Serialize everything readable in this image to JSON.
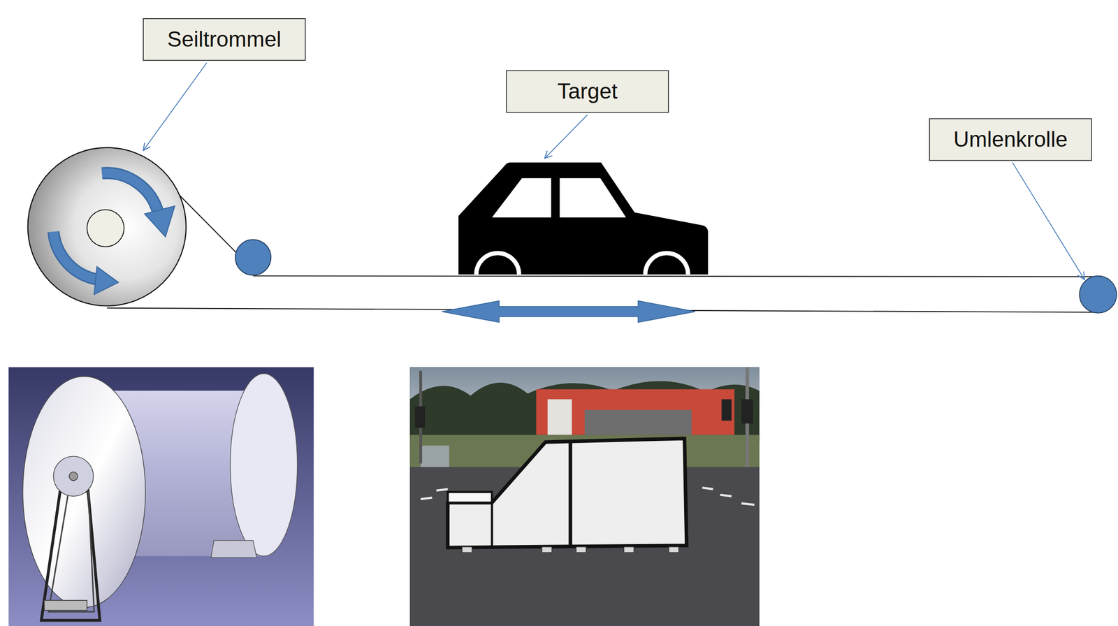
{
  "diagram": {
    "nodes": [
      {
        "text": [
          "Seiltrommel"
        ]
      },
      {
        "text": [
          "Target"
        ]
      },
      {
        "text": [
          "Umlenkrolle"
        ]
      }
    ]
  }
}
